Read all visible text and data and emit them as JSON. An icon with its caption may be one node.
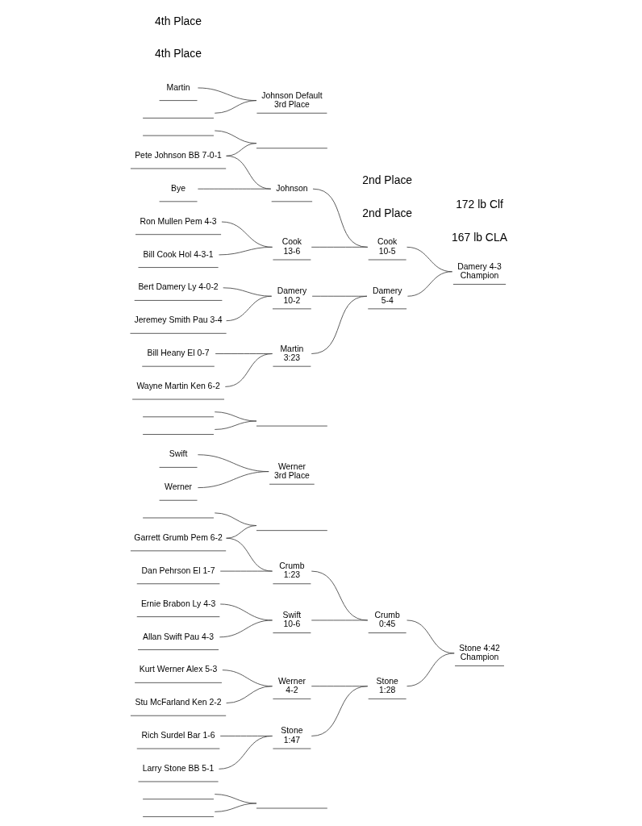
{
  "diagram": {
    "nodes": [
      {
        "text": [],
        "shape": "bar"
      },
      {
        "text": [],
        "shape": "bar"
      },
      {
        "text": [],
        "shape": "bar"
      },
      {
        "text": [],
        "shape": "bar"
      },
      {
        "text": [
          "Garrett Grumb Pem 6-2"
        ]
      },
      {
        "text": [],
        "shape": "bar"
      },
      {
        "text": [
          "Dan Pehrson El 1-7"
        ]
      },
      {
        "text": [
          "Crumb",
          "1:23"
        ]
      },
      {
        "text": [
          "Ernie Brabon Ly 4-3"
        ]
      },
      {
        "text": [
          "Allan Swift Pau 4-3"
        ]
      },
      {
        "text": [
          "Swift",
          "10-6"
        ]
      },
      {
        "text": [
          "Crumb",
          "0:45"
        ]
      },
      {
        "text": [
          "Stone 4:42",
          "Champion"
        ]
      },
      {
        "text": [
          "Kurt Werner Alex 5-3"
        ]
      },
      {
        "text": [
          "Stu McFarland Ken 2-2"
        ]
      },
      {
        "text": [
          "Werner",
          "4-2"
        ]
      },
      {
        "text": [
          "Rich Surdel Bar 1-6"
        ]
      },
      {
        "text": [
          "Larry Stone BB 5-1"
        ]
      },
      {
        "text": [
          "Stone",
          "1:47"
        ]
      },
      {
        "text": [
          "Stone",
          "1:28"
        ]
      },
      {
        "text": [
          "Swift"
        ]
      },
      {
        "text": [
          "Werner",
          "3rd Place"
        ]
      },
      {
        "text": [
          "Werner"
        ]
      },
      {
        "text": [],
        "shape": "bar"
      },
      {
        "text": [],
        "shape": "bar"
      },
      {
        "text": [],
        "shape": "bar"
      },
      {
        "text": [],
        "shape": "bar"
      },
      {
        "text": [
          "Pete Johnson BB 7-0-1"
        ]
      },
      {
        "text": [],
        "shape": "bar"
      },
      {
        "text": [
          "Bye"
        ]
      },
      {
        "text": [
          "Johnson"
        ]
      },
      {
        "text": [
          "Ron Mullen Pem 4-3"
        ]
      },
      {
        "text": [
          "Bill Cook Hol 4-3-1"
        ]
      },
      {
        "text": [
          "Cook",
          "13-6"
        ]
      },
      {
        "text": [
          "Cook",
          "10-5"
        ]
      },
      {
        "text": [
          "Damery 4-3",
          "Champion"
        ]
      },
      {
        "text": [
          "Bert Damery Ly 4-0-2"
        ]
      },
      {
        "text": [
          "Jeremey Smith Pau 3-4"
        ]
      },
      {
        "text": [
          "Damery",
          "10-2"
        ]
      },
      {
        "text": [
          "Bill Heany El 0-7"
        ]
      },
      {
        "text": [
          "Wayne Martin Ken 6-2"
        ]
      },
      {
        "text": [
          "Martin",
          "3:23"
        ]
      },
      {
        "text": [
          "Damery",
          "5-4"
        ]
      },
      {
        "text": [
          "Martin"
        ]
      },
      {
        "text": [
          "Johnson Default",
          "3rd Place"
        ]
      },
      {
        "text": [],
        "shape": "bar"
      }
    ],
    "edges": [
      {
        "from": 0,
        "to": 2,
        "arrow": "none"
      },
      {
        "from": 1,
        "to": 2,
        "arrow": "none"
      },
      {
        "from": 3,
        "to": 5,
        "arrow": "none"
      },
      {
        "from": 4,
        "to": 5,
        "arrow": "none"
      },
      {
        "from": 4,
        "to": 7,
        "arrow": "none"
      },
      {
        "from": 6,
        "to": 7,
        "arrow": "none"
      },
      {
        "from": 8,
        "to": 10,
        "arrow": "none"
      },
      {
        "from": 9,
        "to": 10,
        "arrow": "none"
      },
      {
        "from": 7,
        "to": 11,
        "arrow": "none"
      },
      {
        "from": 10,
        "to": 11,
        "arrow": "none"
      },
      {
        "from": 13,
        "to": 15,
        "arrow": "none"
      },
      {
        "from": 14,
        "to": 15,
        "arrow": "none"
      },
      {
        "from": 16,
        "to": 18,
        "arrow": "none"
      },
      {
        "from": 17,
        "to": 18,
        "arrow": "none"
      },
      {
        "from": 15,
        "to": 19,
        "arrow": "none"
      },
      {
        "from": 18,
        "to": 19,
        "arrow": "none"
      },
      {
        "from": 11,
        "to": 12,
        "arrow": "none"
      },
      {
        "from": 19,
        "to": 12,
        "arrow": "none"
      },
      {
        "from": 20,
        "to": 21,
        "arrow": "none"
      },
      {
        "from": 22,
        "to": 21,
        "arrow": "none"
      },
      {
        "from": 23,
        "to": 25,
        "arrow": "none"
      },
      {
        "from": 24,
        "to": 25,
        "arrow": "none"
      },
      {
        "from": 26,
        "to": 28,
        "arrow": "none"
      },
      {
        "from": 27,
        "to": 28,
        "arrow": "none"
      },
      {
        "from": 27,
        "to": 30,
        "arrow": "none"
      },
      {
        "from": 29,
        "to": 30,
        "arrow": "none"
      },
      {
        "from": 31,
        "to": 33,
        "arrow": "none"
      },
      {
        "from": 32,
        "to": 33,
        "arrow": "none"
      },
      {
        "from": 30,
        "to": 34,
        "arrow": "none"
      },
      {
        "from": 33,
        "to": 34,
        "arrow": "none"
      },
      {
        "from": 36,
        "to": 38,
        "arrow": "none"
      },
      {
        "from": 37,
        "to": 38,
        "arrow": "none"
      },
      {
        "from": 39,
        "to": 41,
        "arrow": "none"
      },
      {
        "from": 40,
        "to": 41,
        "arrow": "none"
      },
      {
        "from": 38,
        "to": 42,
        "arrow": "none"
      },
      {
        "from": 41,
        "to": 42,
        "arrow": "none"
      },
      {
        "from": 34,
        "to": 35,
        "arrow": "none"
      },
      {
        "from": 42,
        "to": 35,
        "arrow": "none"
      },
      {
        "from": 43,
        "to": 44,
        "arrow": "none"
      },
      {
        "from": 45,
        "to": 44,
        "arrow": "none"
      }
    ],
    "labels": [
      "167 lb CLA",
      "2nd Place",
      "4th Place",
      "172 lb Clf",
      "2nd Place",
      "4th Place"
    ]
  }
}
